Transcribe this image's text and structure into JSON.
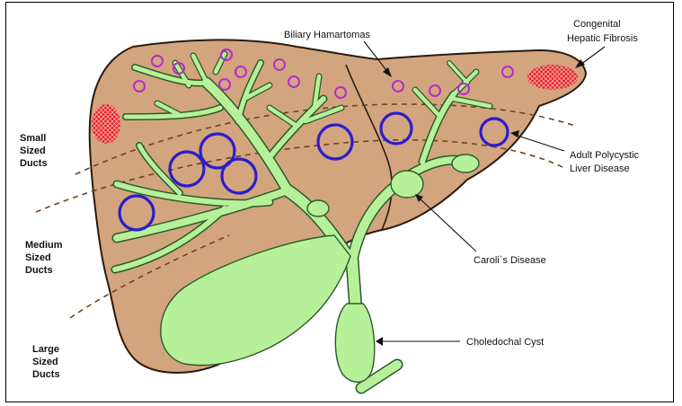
{
  "labels": {
    "biliary_hamartomas": "Biliary Hamartomas",
    "congenital_line1": "Congenital",
    "congenital_line2": "Hepatic Fibrosis",
    "adpld_line1": "Adult Polycystic",
    "adpld_line2": "Liver Disease",
    "caroli": "Caroli`s Disease",
    "choledochal": "Choledochal Cyst",
    "small_line1": "Small",
    "small_line2": "Sized",
    "small_line3": "Ducts",
    "medium_line1": "Medium",
    "medium_line2": "Sized",
    "medium_line3": "Ducts",
    "large_line1": "Large",
    "large_line2": "Sized",
    "large_line3": "Ducts"
  },
  "colors": {
    "liver": "#d2a57f",
    "liver_outline": "#2a1a10",
    "duct_fill": "#b6f19a",
    "duct_outline": "#2a5a2a",
    "large_cyst": "#2b1ec9",
    "small_cyst": "#b62cc9",
    "fibrosis": "#e8202a",
    "zone_line": "#6b4420"
  }
}
